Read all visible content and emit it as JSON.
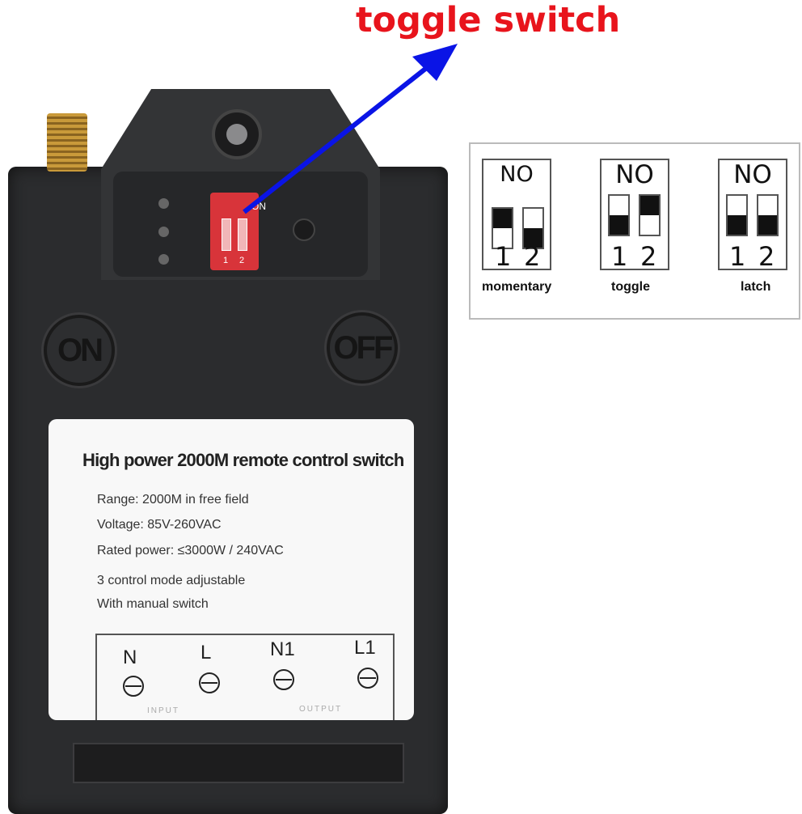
{
  "callout": {
    "text": "toggle switch",
    "color": "#e8141c",
    "arrow_color": "#0a14e6"
  },
  "device": {
    "dip_label": "ON",
    "dip_numbers": [
      "1",
      "2"
    ],
    "on_button": "ON",
    "off_button": "OFF",
    "label": {
      "title": "High power 2000M remote control switch",
      "specs": [
        "Range: 2000M in free field",
        "Voltage: 85V-260VAC",
        "Rated power: ≤3000W / 240VAC",
        "3 control mode adjustable",
        "With manual switch"
      ],
      "terminals": [
        "N",
        "L",
        "N1",
        "L1"
      ],
      "input": "INPUT",
      "output": "OUTPUT"
    }
  },
  "diagram": {
    "modes": [
      {
        "header": "NO",
        "name": "momentary",
        "switch1": "up",
        "switch2": "down",
        "numbers": [
          "1",
          "2"
        ]
      },
      {
        "header": "NO",
        "name": "toggle",
        "switch1": "down",
        "switch2": "up",
        "numbers": [
          "1",
          "2"
        ]
      },
      {
        "header": "NO",
        "name": "latch",
        "switch1": "down",
        "switch2": "down",
        "numbers": [
          "1",
          "2"
        ]
      }
    ]
  }
}
